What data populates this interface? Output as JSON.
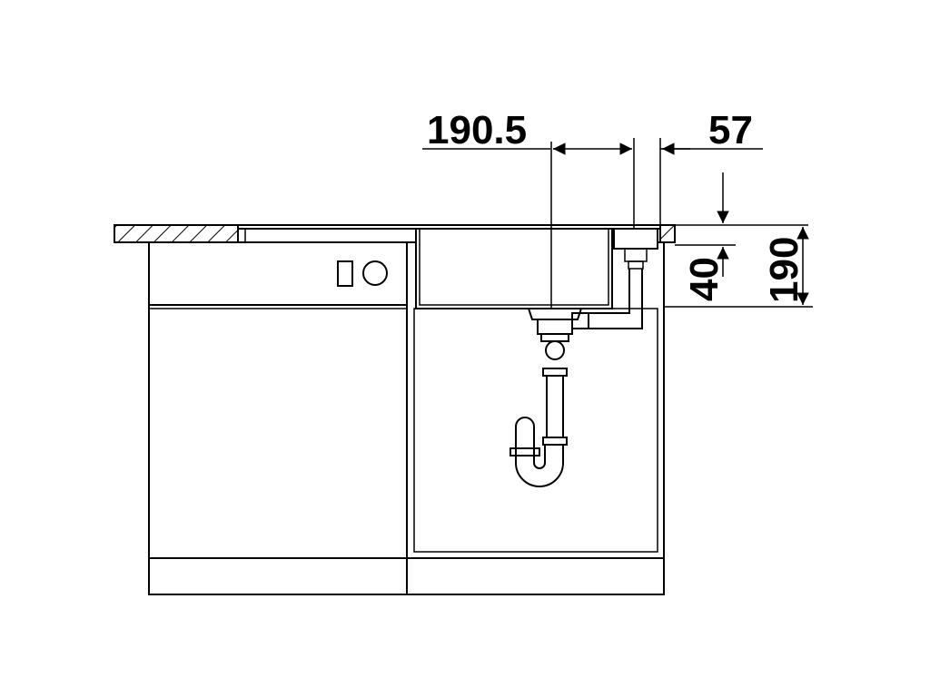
{
  "dimensions": {
    "sink_offset": "190.5",
    "drain_offset": "57",
    "bowl_depth_small": "40",
    "bowl_depth_total": "190"
  },
  "colors": {
    "line": "#000000",
    "background": "#ffffff"
  }
}
